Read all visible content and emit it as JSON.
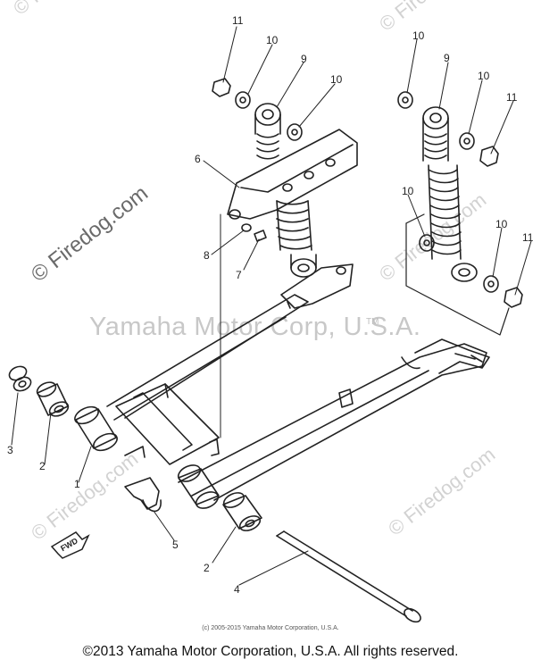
{
  "watermark": {
    "main": "Yamaha Motor Corp, U.S.A.",
    "tm": "TM",
    "firedog": "© Firedog.com",
    "firedog_short": "© Fire",
    "firedog_tail": "dog.com"
  },
  "callouts": [
    "11",
    "10",
    "9",
    "10",
    "6",
    "8",
    "7",
    "10",
    "9",
    "10",
    "11",
    "10",
    "10",
    "11",
    "3",
    "2",
    "1",
    "5",
    "2",
    "4"
  ],
  "fwd_label": "FWD",
  "caption_small": "(c) 2005-2015 Yamaha Motor Corporation, U.S.A.",
  "copyright": "©2013 Yamaha Motor Corporation, U.S.A. All rights reserved.",
  "colors": {
    "ink": "#222222",
    "watermark": "#c8c8c8",
    "background": "#ffffff"
  }
}
